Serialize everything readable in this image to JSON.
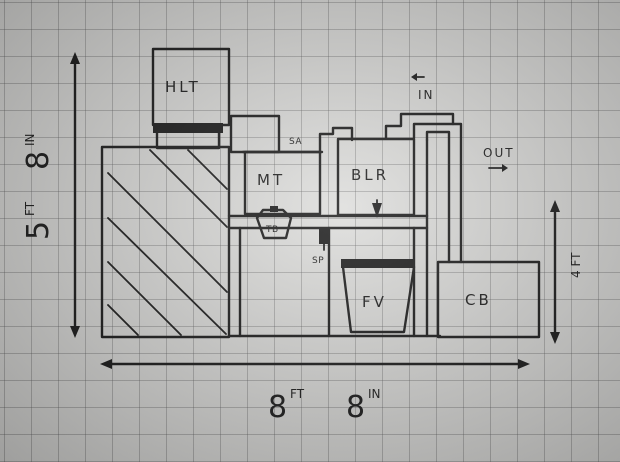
{
  "labels": {
    "hlt": "HLT",
    "mt": "MT",
    "blr": "BLR",
    "fv": "FV",
    "cb": "CB",
    "sa": "SA",
    "tb": "TB",
    "sp": "SP",
    "in": "IN",
    "out": "OUT"
  },
  "dimensions": {
    "width_ft": "8",
    "width_ft_unit": "FT",
    "width_in": "8",
    "width_in_unit": "IN",
    "height_ft": "5",
    "height_ft_unit": "FT",
    "height_in": "8",
    "height_in_unit": "IN",
    "right_height": "4 FT"
  },
  "colors": {
    "ink": "#141414",
    "paper": "#dcdcda",
    "grid": "#5a5a5a"
  }
}
